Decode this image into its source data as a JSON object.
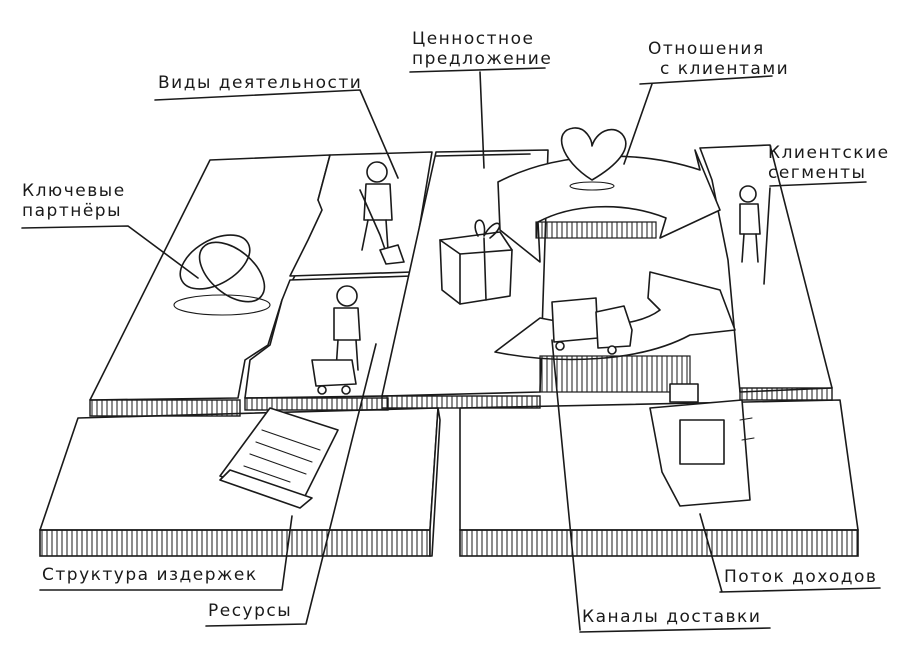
{
  "labels": {
    "key_activities": "Виды деятельности",
    "value_proposition_1": "Ценностное",
    "value_proposition_2": "предложение",
    "customer_relationships_1": "Отношения",
    "customer_relationships_2": "с клиентами",
    "key_partners_1": "Ключевые",
    "key_partners_2": "партнёры",
    "customer_segments_1": "Клиентские",
    "customer_segments_2": "сегменты",
    "cost_structure": "Структура издержек",
    "key_resources": "Ресурсы",
    "channels": "Каналы доставки",
    "revenue_streams": "Поток доходов"
  },
  "icons": {
    "partners": "interlocked-rings-icon",
    "activities": "digging-person-icon",
    "resources": "person-with-cart-icon",
    "value": "gift-box-icon",
    "relationships": "heart-icon",
    "channels": "delivery-truck-icon",
    "segments": "standing-person-icon",
    "costs": "document-icon",
    "revenue": "cash-register-icon"
  }
}
